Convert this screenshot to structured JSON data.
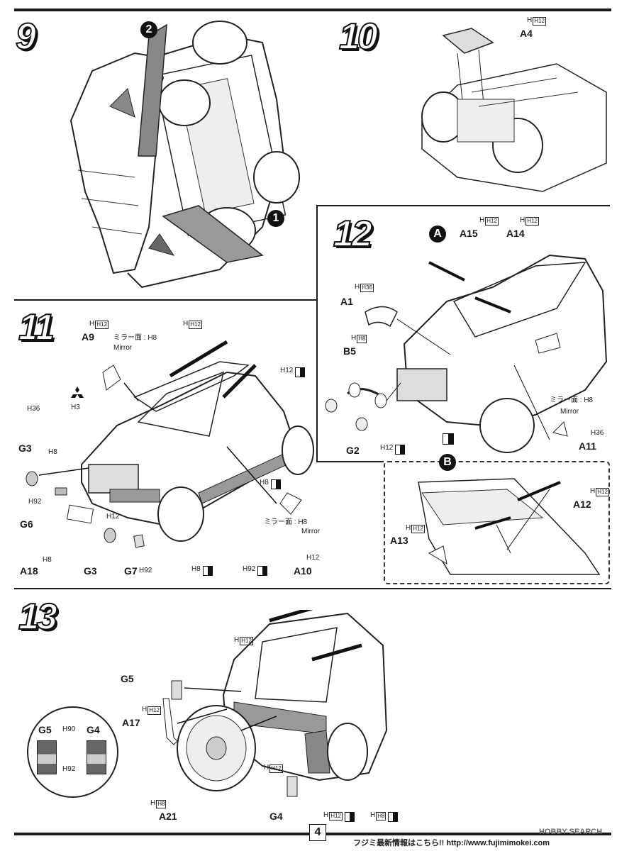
{
  "page_number": "4",
  "steps": {
    "s9": {
      "number": "9",
      "callouts": [
        "2",
        "1"
      ]
    },
    "s10": {
      "number": "10",
      "labels": {
        "a4": "A4",
        "a4_color": "H12"
      }
    },
    "s11": {
      "number": "11",
      "labels": {
        "a9": "A9",
        "a9_color": "H12",
        "mirror_face": "ミラー面 : H8",
        "mirror": "Mirror",
        "roof_color": "H12",
        "body_36": "H36",
        "logo_3": "H3",
        "g3_top": "G3",
        "h8_a": "H8",
        "h92_a": "H92",
        "g6": "G6",
        "h12_a": "H12",
        "a18_color": "H8",
        "a18": "A18",
        "g3_bottom": "G3",
        "g7": "G7",
        "g7_color": "H92",
        "h8_b": "H8",
        "h92_b": "H92",
        "a10": "A10",
        "a10_color": "H12",
        "mirror_face_2": "ミラー面 : H8",
        "mirror_2": "Mirror",
        "h8_side": "H8",
        "h12_side": "H12"
      }
    },
    "s12": {
      "number": "12",
      "badge_a": "A",
      "badge_b": "B",
      "labels": {
        "a15": "A15",
        "a15_color": "H12",
        "a14": "A14",
        "a14_color": "H12",
        "a1": "A1",
        "a1_color": "H36",
        "b5": "B5",
        "b5_color": "H8",
        "g2": "G2",
        "h12_front": "H12",
        "mirror_face": "ミラー面 : H8",
        "mirror": "Mirror",
        "a11": "A11",
        "a11_color": "H36",
        "a12": "A12",
        "a12_color": "H12",
        "a13": "A13",
        "a13_color": "H12"
      }
    },
    "s13": {
      "number": "13",
      "labels": {
        "g5": "G5",
        "a17": "A17",
        "a17_color": "H12",
        "h12_top": "H12",
        "legend_g5": "G5",
        "legend_g4": "G4",
        "legend_h90": "H90",
        "legend_h92": "H92",
        "h12_body": "H12",
        "a21": "A21",
        "a21_color": "H8",
        "g4": "G4",
        "h12_bottom": "H12",
        "h8_bottom": "H8"
      }
    }
  },
  "footer": {
    "info_text": "フジミ最新情報はこちら!! http://www.fujimimokei.com",
    "watermark": "HOBBY SEARCH"
  }
}
